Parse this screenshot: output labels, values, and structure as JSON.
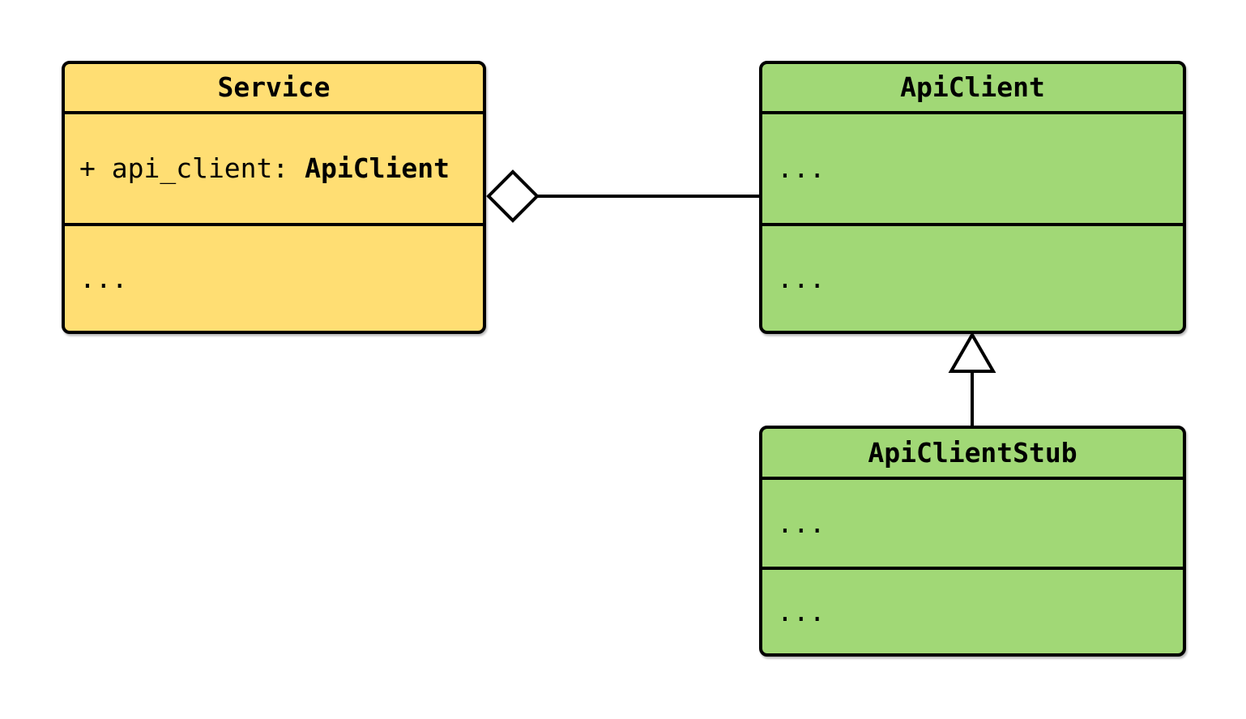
{
  "classes": {
    "service": {
      "title": "Service",
      "attribute_prefix": "+ api_client: ",
      "attribute_type": "ApiClient",
      "methods_placeholder": "...",
      "fill": "#FFDE73"
    },
    "api_client": {
      "title": "ApiClient",
      "attributes_placeholder": "...",
      "methods_placeholder": "...",
      "fill": "#A1D876"
    },
    "api_client_stub": {
      "title": "ApiClientStub",
      "attributes_placeholder": "...",
      "methods_placeholder": "...",
      "fill": "#A1D876"
    }
  },
  "relationships": [
    {
      "type": "aggregation",
      "from": "Service",
      "to": "ApiClient",
      "marker": "open-diamond"
    },
    {
      "type": "inheritance",
      "from": "ApiClientStub",
      "to": "ApiClient",
      "marker": "open-triangle"
    }
  ],
  "colors": {
    "service_fill": "#FFDE73",
    "api_client_fill": "#A1D876",
    "stroke": "#000000",
    "marker_fill": "#FFFFFF",
    "background": "#FFFFFF"
  }
}
